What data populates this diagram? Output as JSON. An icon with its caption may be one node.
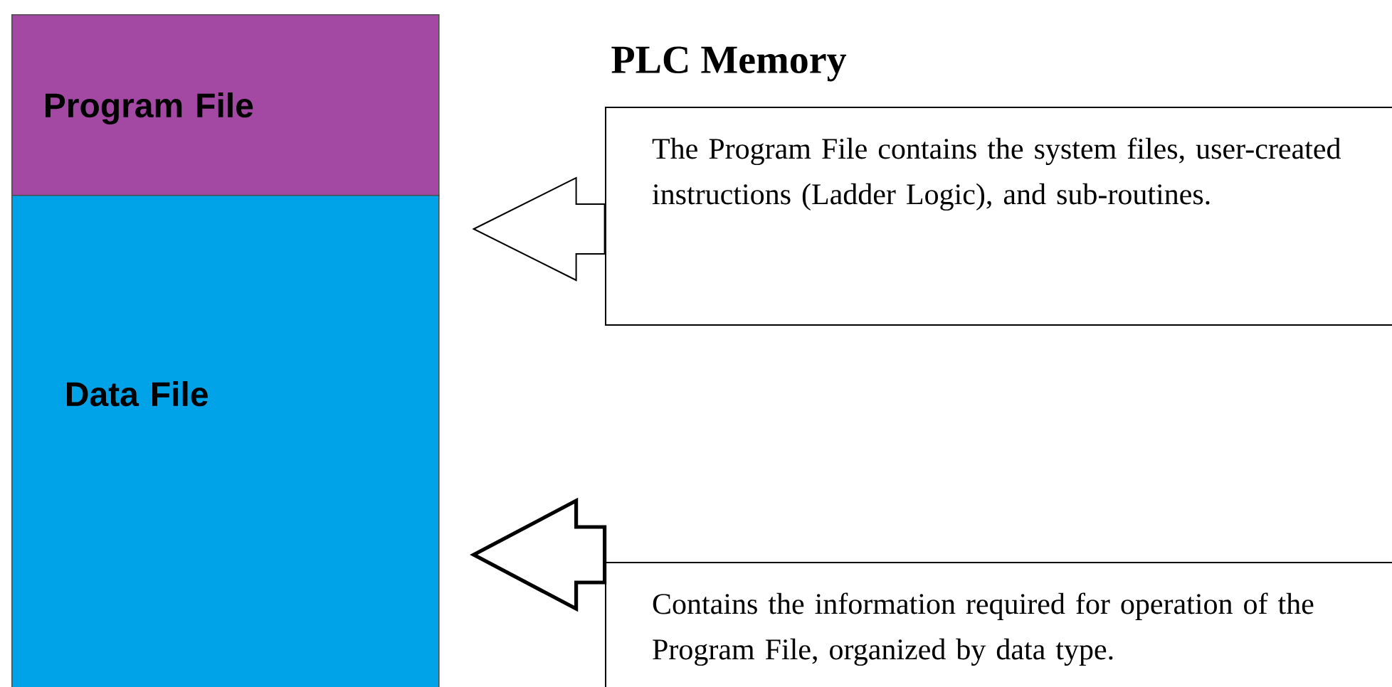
{
  "diagram": {
    "title": "PLC Memory",
    "nodes": [
      {
        "text": [
          "Program File"
        ]
      },
      {
        "text": [
          "Data File"
        ]
      },
      {
        "text": [
          "The Program File contains the system files, user-created instructions (Ladder Logic), and sub-routines."
        ]
      },
      {
        "text": [
          "Contains the information required for operation of the Program File, organized by data type."
        ]
      }
    ],
    "edges": [
      {
        "from": 2,
        "to": 0,
        "arrow": "to"
      },
      {
        "from": 3,
        "to": 1,
        "arrow": "to",
        "style": "thick"
      }
    ]
  }
}
